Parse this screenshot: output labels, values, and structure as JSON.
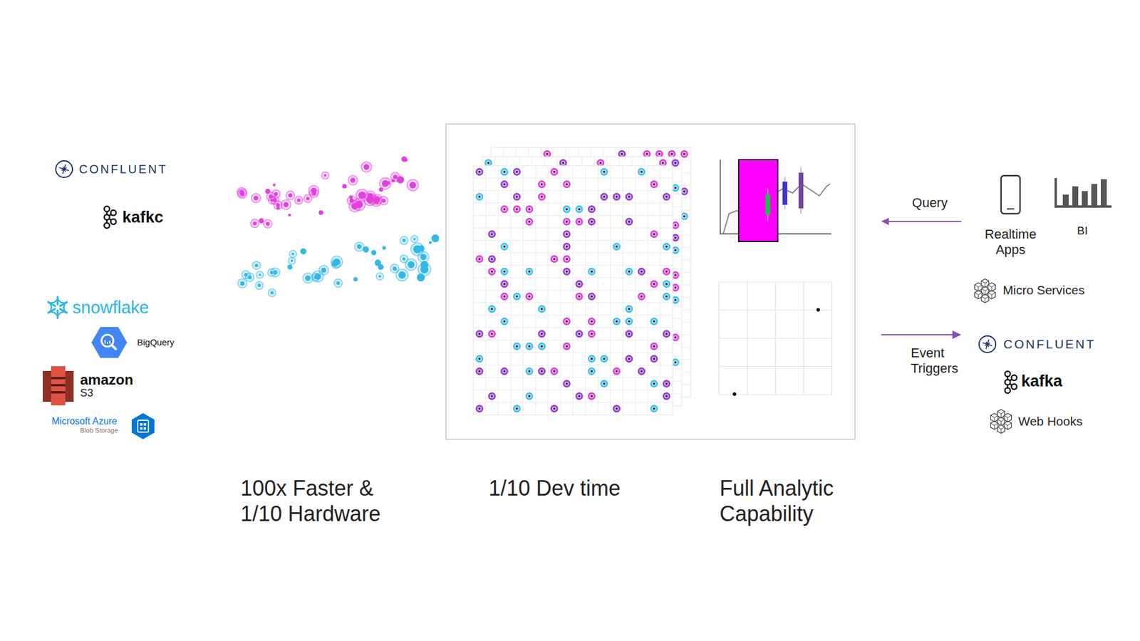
{
  "diagram": {
    "labels": [
      "CONFLUENT",
      "kafkc",
      "snowflake",
      "BigQuery",
      "amazon",
      "S3",
      "Microsoft Azure",
      "Blob Storage",
      "Query",
      "Realtime Apps",
      "BI",
      "Micro Services",
      "Event Triggers",
      "CONFLUENT",
      "kafka",
      "Web Hooks",
      "100x Faster & 1/10 Hardware",
      "1/10 Dev time",
      "Full Analytic Capability"
    ]
  }
}
